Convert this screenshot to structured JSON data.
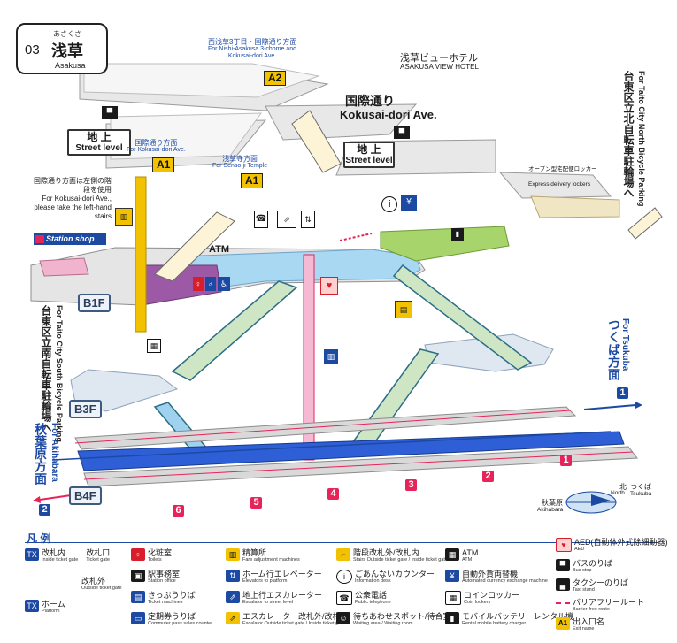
{
  "station": {
    "number": "03",
    "name_kana": "あさくさ",
    "name_kanji": "浅草",
    "name_en": "Asakusa"
  },
  "exits": {
    "a2": {
      "badge": "A2",
      "jp": "西浅草3丁目・国際通り方面",
      "en": "For Nishi-Asakusa 3-chome and Kokusai-dori Ave."
    },
    "a1_left": {
      "badge": "A1",
      "jp": "国際通り方面",
      "en": "For Kokusai-dori Ave."
    },
    "a1_right": {
      "badge": "A1",
      "jp": "浅草寺方面",
      "en": "For Senso-ji Temple"
    }
  },
  "labels": {
    "hotel_jp": "浅草ビューホテル",
    "hotel_en": "ASAKUSA VIEW HOTEL",
    "kokusai_jp": "国際通り",
    "kokusai_en": "Kokusai-dori Ave.",
    "street_level_jp": "地 上",
    "street_level_en": "Street level",
    "lockers_jp": "オープン型宅配便ロッカー",
    "lockers_en": "Express delivery lockers",
    "stairs_note_jp": "国際通り方面は左側の階段を使用",
    "stairs_note_en": "For Kokusai-dori Ave., please take the left-hand stairs",
    "station_shop": "Station shop",
    "atm": "ATM",
    "bike_north_jp": "台東区立北自転車駐輪場へ",
    "bike_north_en": "For Taito City North Bicycle Parking",
    "bike_south_jp": "台東区立南自転車駐輪場へ",
    "bike_south_en": "For Taito City South Bicycle Parking",
    "tsukuba_jp": "つくば方面",
    "tsukuba_en": "For Tsukuba",
    "tsukuba_num": "1",
    "akihabara_jp": "秋葉原方面",
    "akihabara_en": "For Akihabara",
    "akihabara_num": "2",
    "compass_north_jp": "北",
    "compass_north_en": "North",
    "compass_tsukuba_jp": "つくば",
    "compass_tsukuba_en": "Tsukuba",
    "compass_akiba_jp": "秋葉原",
    "compass_akiba_en": "Akihabara"
  },
  "floors": {
    "b1": "B1F",
    "b3": "B3F",
    "b4": "B4F"
  },
  "platforms": [
    "1",
    "2",
    "3",
    "4",
    "5",
    "6"
  ],
  "colors": {
    "accent_blue": "#1c4aa3",
    "platform_blue": "#2f5fd6",
    "concourse_blue": "#a9d8f2",
    "green_area": "#a7d46b",
    "pink": "#e6245a",
    "yellow": "#f2c200",
    "toilet_purple": "#9c5aa6"
  },
  "legend": {
    "title": "凡 例",
    "items": {
      "ticket_gate_in_jp": "改札内",
      "ticket_gate_in_en": "Inside ticket gate",
      "ticket_gate_jp": "改札口",
      "ticket_gate_en": "Ticket gate",
      "ticket_gate_out_jp": "改札外",
      "ticket_gate_out_en": "Outside ticket gate",
      "platform_jp": "ホーム",
      "platform_en": "Platform",
      "toilets_jp": "化粧室",
      "toilets_en": "Toilets",
      "station_office_jp": "駅事務室",
      "station_office_en": "Station office",
      "ticket_machines_jp": "きっぷうりば",
      "ticket_machines_en": "Ticket machines",
      "commuter_pass_jp": "定期券うりば",
      "commuter_pass_en": "Commuter pass sales counter",
      "fare_adj_jp": "精算所",
      "fare_adj_en": "Fare adjustment machines",
      "elevator_platform_jp": "ホーム行エレベーター",
      "elevator_platform_en": "Elevators to platform",
      "escalator_street_jp": "地上行エスカレーター",
      "escalator_street_en": "Escalator to street level",
      "escalator_gate_jp": "エスカレーター改札外/改札内",
      "escalator_gate_en": "Escalator Outside ticket gate / Inside ticket gate",
      "stairs_gate_jp": "階段改札外/改札内",
      "stairs_gate_en": "Stairs Outside ticket gate / Inside ticket gate",
      "info_desk_jp": "ごあんないカウンター",
      "info_desk_en": "Information desk",
      "telephone_jp": "公衆電話",
      "telephone_en": "Public telephone",
      "waiting_jp": "待ちあわせスポット/待合室",
      "waiting_en": "Waiting area / Waiting room",
      "atm_jp": "ATM",
      "atm_en": "ATM",
      "currency_jp": "自動外貨両替機",
      "currency_en": "Automated currency exchange machine",
      "coin_lockers_jp": "コインロッカー",
      "coin_lockers_en": "Coin lockers",
      "battery_jp": "モバイルバッテリーレンタル機",
      "battery_en": "Rental mobile battery charger",
      "aed_jp": "AED(自動体外式除細動器)",
      "aed_en": "AED",
      "bus_jp": "バスのりば",
      "bus_en": "Bus stop",
      "taxi_jp": "タクシーのりば",
      "taxi_en": "Taxi stand",
      "barrier_free_jp": "バリアフリールート",
      "barrier_free_en": "Barrier-free route",
      "exit_name_jp": "出入口名",
      "exit_name_en": "Exit name",
      "exit_badge": "A1"
    }
  }
}
